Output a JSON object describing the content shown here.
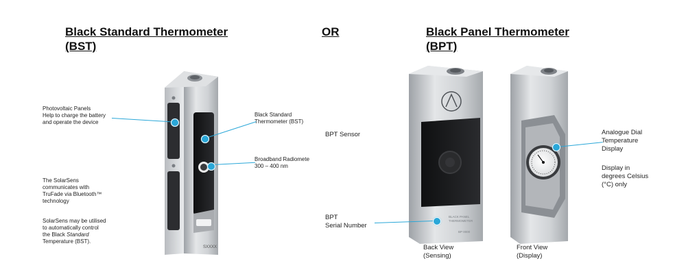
{
  "headings": {
    "bst_line1": "Black Standard Thermometer",
    "bst_line2": "(BST)",
    "or": "OR",
    "bpt_line1": "Black Panel Thermometer",
    "bpt_line2": "(BPT)"
  },
  "bst_annotations": {
    "pv_line1": "Photovoltaic Panels",
    "pv_line2": "Help to charge the battery",
    "pv_line3": "and operate the device",
    "bt_line1": "The SolarSens",
    "bt_line2": "communicates with",
    "bt_line3": "TruFade via Bluetooth™",
    "bt_line4": "technology",
    "auto_line1": "SolarSens may be utilised",
    "auto_line2": "to automatically control",
    "auto_line3a": "the Black ",
    "auto_line3b": "Standard",
    "auto_line4": "Temperature (BST).",
    "bst_line1": "Black Standard",
    "bst_line2": "Thermometer (BST)",
    "radio_line1": "Broadband Radiomete",
    "radio_line2": "300 – 400 nm"
  },
  "bpt_annotations": {
    "sensor": "BPT Sensor",
    "serial_line1": "BPT",
    "serial_line2": "Serial Number",
    "dial_line1": "Analogue Dial",
    "dial_line2": "Temperature",
    "dial_line3": "Display",
    "celsius_line1": "Display in",
    "celsius_line2": "degrees Celsius",
    "celsius_line3": "(°C) only"
  },
  "captions": {
    "back_line1": "Back View",
    "back_line2": "(Sensing)",
    "front_line1": "Front View",
    "front_line2": "(Display)"
  },
  "device_labels": {
    "bst_serial": "SXXXX",
    "bpt_print_line1": "BLACK PANEL",
    "bpt_print_line2": "THERMOMETER",
    "bpt_serial": "BP 0000"
  },
  "colors": {
    "leader": "#2aa7d8",
    "aluminium": "#c9ccd0",
    "panel": "#1b1c1e"
  }
}
